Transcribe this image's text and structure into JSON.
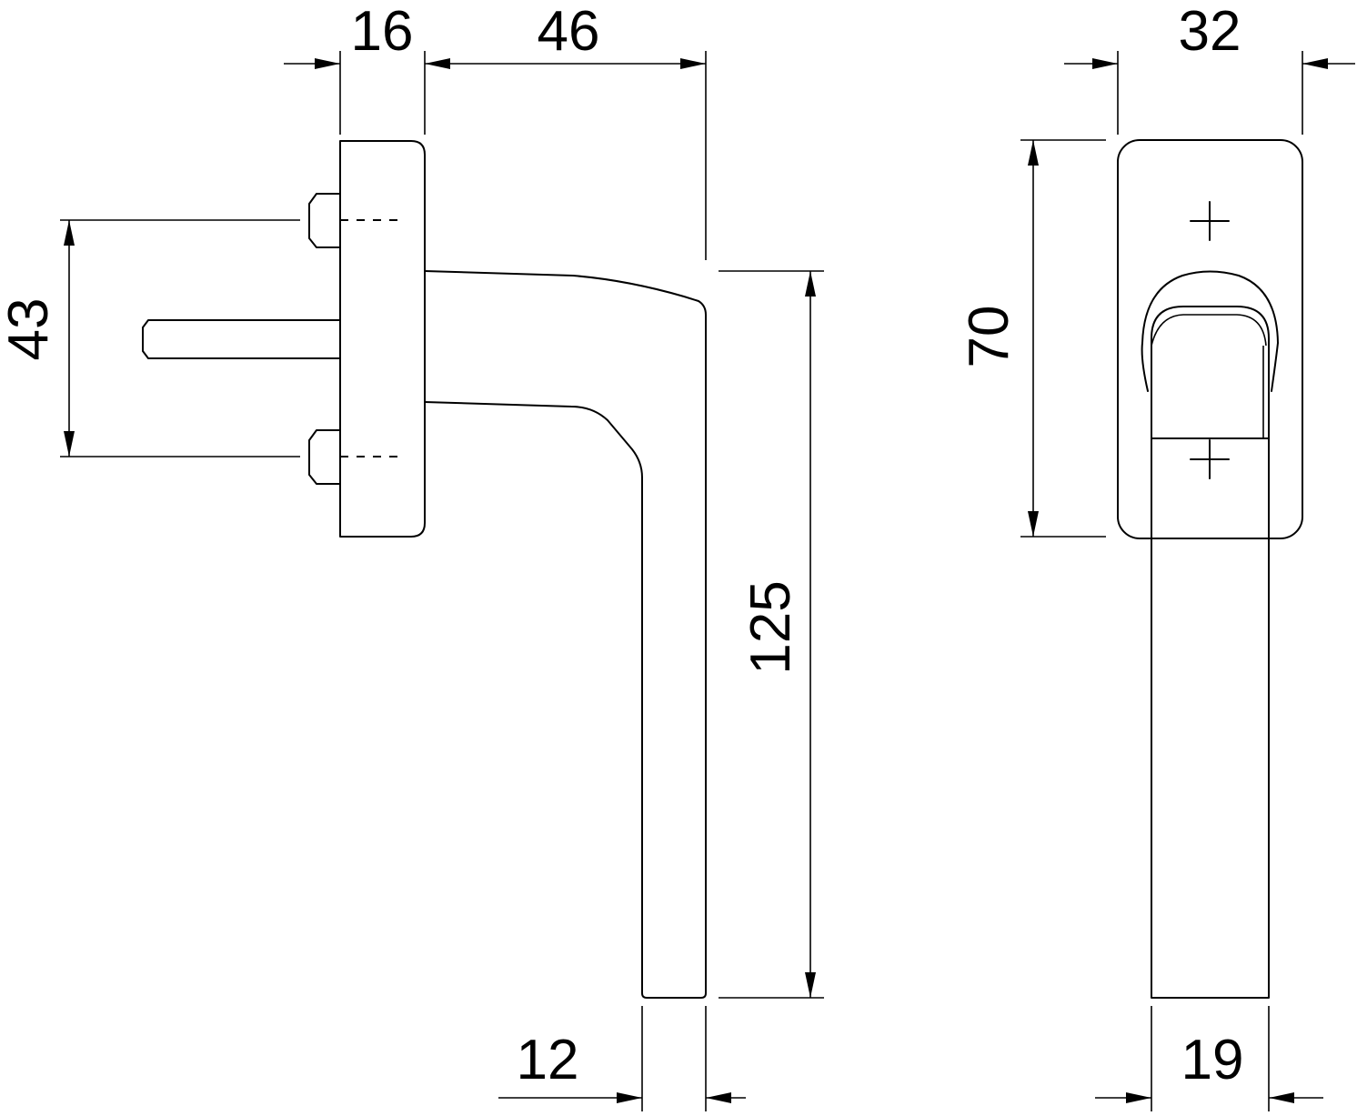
{
  "diagram": {
    "colors": {
      "line": "#000000",
      "background": "#ffffff"
    },
    "dimensions": {
      "rosette_depth": "16",
      "handle_projection": "46",
      "screw_spacing": "43",
      "handle_length": "125",
      "lever_thickness": "12",
      "rosette_width": "32",
      "rosette_height": "70",
      "lever_width": "19"
    }
  }
}
